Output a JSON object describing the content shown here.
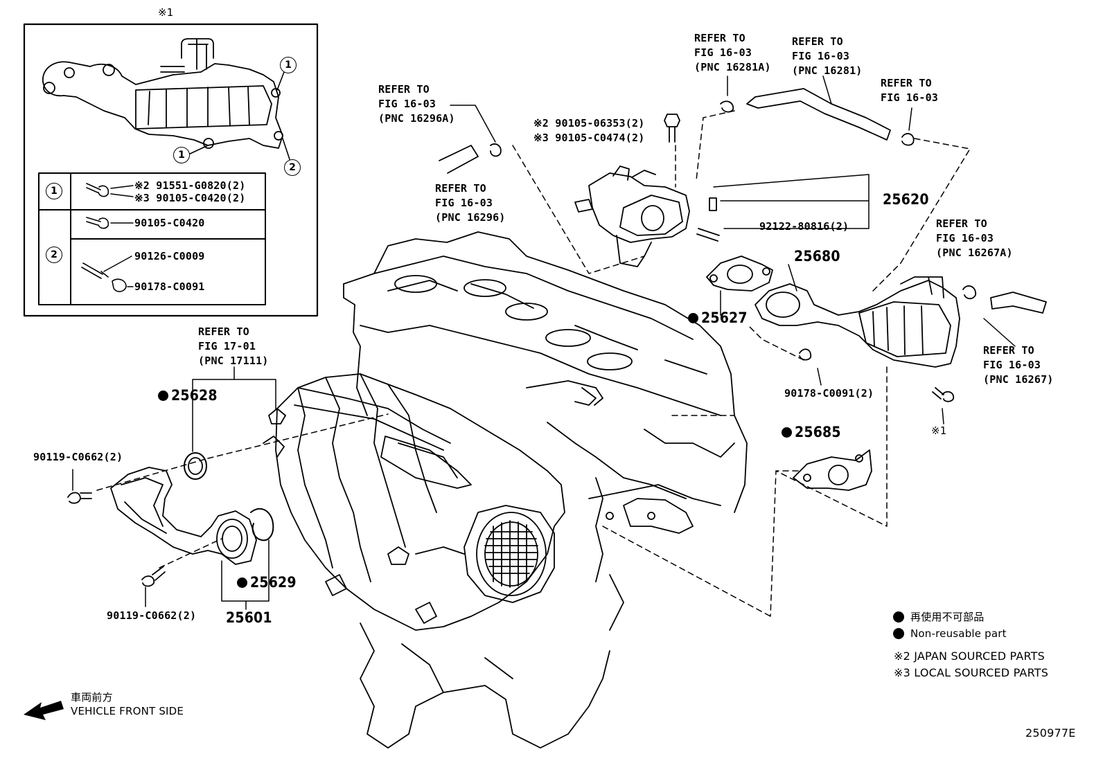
{
  "inset": {
    "title": "※1",
    "callout_1": "1",
    "callout_2": "2",
    "table": {
      "row1_key": "1",
      "row1_a": "※2 91551-G0820(2)",
      "row1_b": "※3 90105-C0420(2)",
      "row2_key": "2",
      "row2_a": "90105-C0420",
      "row2_b": "90126-C0009",
      "row2_c": "90178-C0091"
    }
  },
  "refs": {
    "r16296a": "REFER TO\nFIG 16-03\n(PNC 16296A)",
    "r16296": "REFER TO\nFIG 16-03\n(PNC 16296)",
    "r16281a": "REFER TO\nFIG 16-03\n(PNC 16281A)",
    "r16281": "REFER TO\nFIG 16-03\n(PNC 16281)",
    "r1603": "REFER TO\nFIG 16-03",
    "r16267a": "REFER TO\nFIG 16-03\n(PNC 16267A)",
    "r16267": "REFER TO\nFIG 16-03\n(PNC 16267)",
    "r17111": "REFER TO\nFIG 17-01\n(PNC 17111)"
  },
  "parts": {
    "bolt_06353": "※2 90105-06353(2)",
    "bolt_c0474": "※3 90105-C0474(2)",
    "p25620": "25620",
    "p92122": "92122-80816(2)",
    "p25680": "25680",
    "p25627": "25627",
    "p90178": "90178-C0091(2)",
    "p25685": "25685",
    "p25628": "25628",
    "p90119a": "90119-C0662(2)",
    "p90119b": "90119-C0662(2)",
    "p25629": "25629",
    "p25601": "25601",
    "star1": "※1"
  },
  "legend": {
    "jp_nonreuse": "再使用不可部品",
    "nonreuse": "Non-reusable part",
    "japan": "※2 JAPAN SOURCED PARTS",
    "local": "※3 LOCAL SOURCED PARTS"
  },
  "direction": {
    "jp": "車両前方",
    "en": "VEHICLE FRONT SIDE"
  },
  "figure_id": "250977E"
}
